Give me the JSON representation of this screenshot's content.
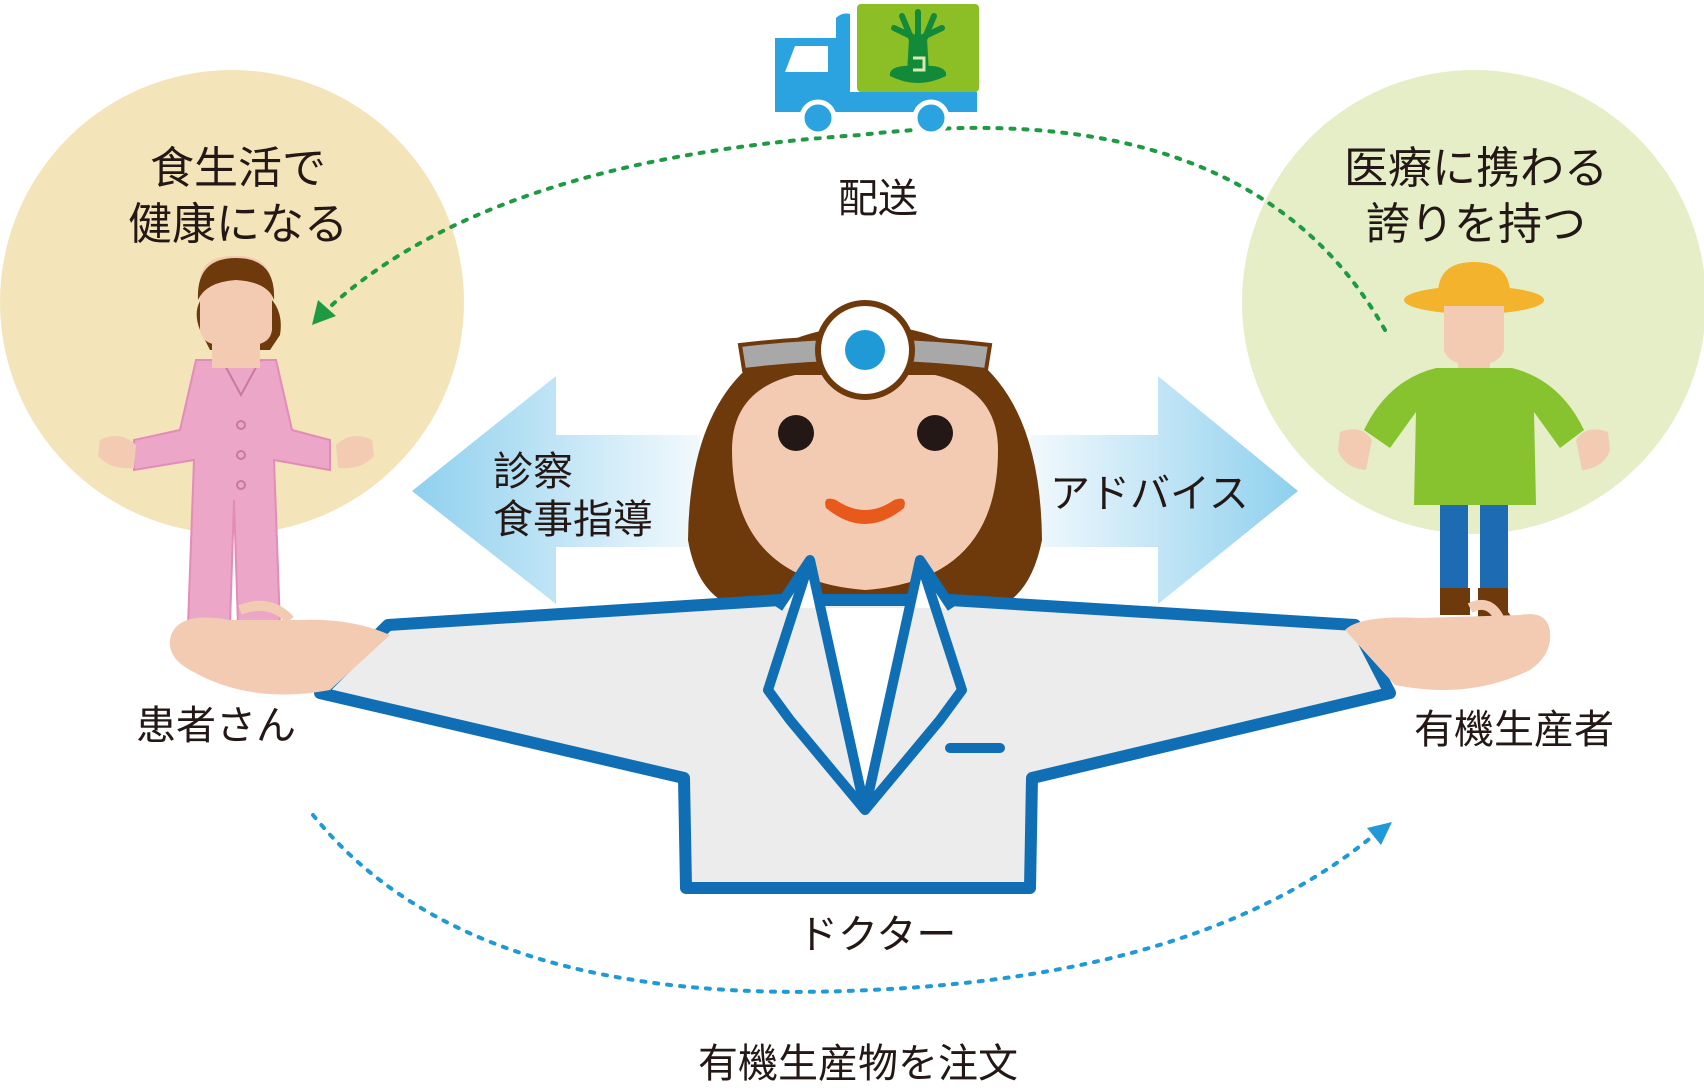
{
  "patient": {
    "goal_line1": "食生活で",
    "goal_line2": "健康になる",
    "name": "患者さん"
  },
  "producer": {
    "goal_line1": "医療に携わる",
    "goal_line2": "誇りを持つ",
    "name": "有機生産者"
  },
  "doctor": {
    "name": "ドクター",
    "to_patient_line1": "診察",
    "to_patient_line2": "食事指導",
    "to_producer": "アドバイス"
  },
  "flows": {
    "delivery": "配送",
    "order": "有機生産物を注文"
  },
  "colors": {
    "patient_circle": "#f3e4b9",
    "producer_circle": "#e5eec6",
    "delivery_arrow": "#1e9a45",
    "order_arrow": "#1f9ad6",
    "coat_outline": "#0f6eb4",
    "hair": "#6e3a0c",
    "skin": "#f3cbb3",
    "pajamas": "#eba6c8",
    "farmer_shirt": "#86c32f",
    "truck": "#2aa3e0"
  }
}
